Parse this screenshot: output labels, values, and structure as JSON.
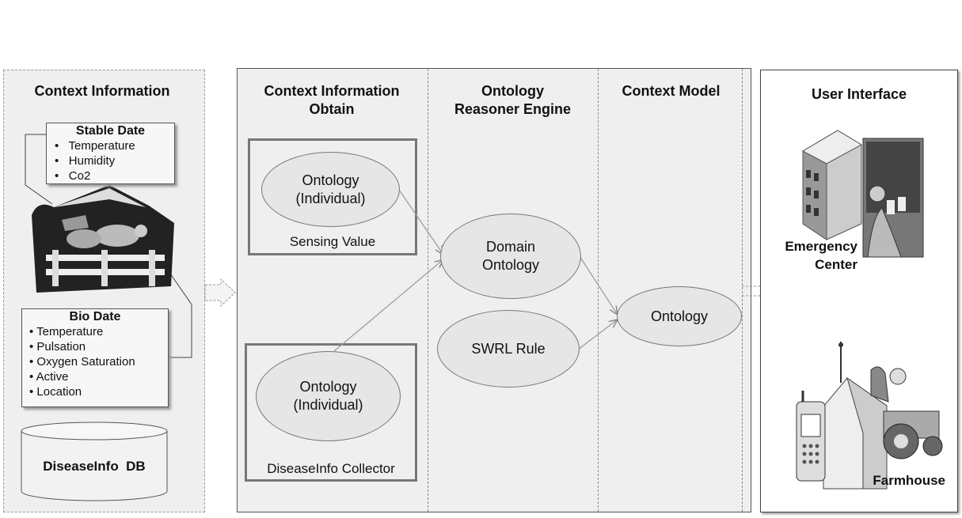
{
  "context_information": {
    "title": "Context Information",
    "stable": {
      "title": "Stable Date",
      "items": [
        "Temperature",
        "Humidity",
        "Co2"
      ]
    },
    "bio": {
      "title": "Bio Date",
      "items": [
        "Temperature",
        "Pulsation",
        "Oxygen Saturation",
        "Active",
        "Location"
      ]
    },
    "db": {
      "label": "DiseaseInfo  DB"
    }
  },
  "obtain": {
    "title_line1": "Context Information",
    "title_line2": "Obtain",
    "sensing": {
      "ellipse_line1": "Ontology",
      "ellipse_line2": "(Individual)",
      "caption": "Sensing Value"
    },
    "disease": {
      "ellipse_line1": "Ontology",
      "ellipse_line2": "(Individual)",
      "caption": "DiseaseInfo Collector"
    }
  },
  "reasoner": {
    "title_line1": "Ontology",
    "title_line2": "Reasoner Engine",
    "domain_line1": "Domain",
    "domain_line2": "Ontology",
    "swrl": "SWRL Rule"
  },
  "context_model": {
    "title": "Context Model",
    "ontology": "Ontology"
  },
  "user_interface": {
    "title": "User Interface",
    "emergency_line1": "Emergency",
    "emergency_line2": "Center",
    "farmhouse": "Farmhouse"
  },
  "colors": {
    "panel_bg": "#efefef",
    "ellipse_bg": "#e6e6e6",
    "border": "#555555"
  }
}
